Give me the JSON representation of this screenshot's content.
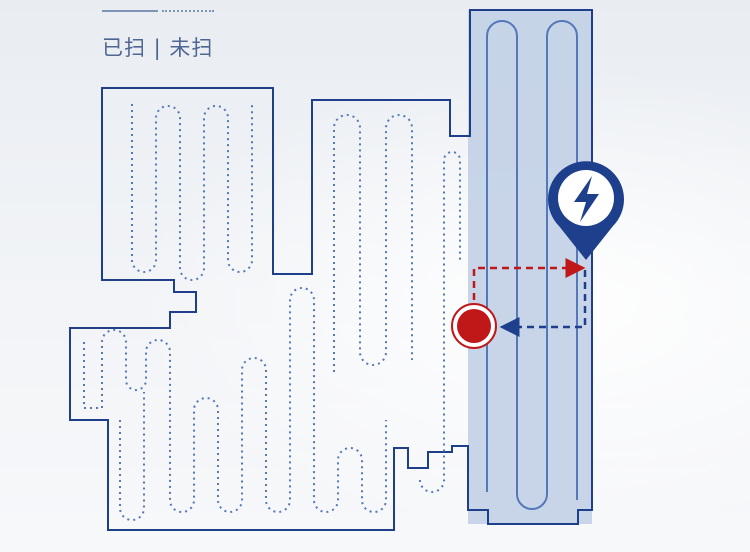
{
  "legend": {
    "text": "已扫 | 未扫",
    "cleaned_style": "solid",
    "uncleaned_style": "dotted"
  },
  "icons": {
    "charging_dock": "lightning-icon",
    "robot": "robot-dot"
  },
  "colors": {
    "outline": "#1f3f8a",
    "path": "#5578b9",
    "cleaned_fill": "#c2d0e6",
    "robot": "#c01818",
    "go_arrow": "#c01818",
    "return_arrow": "#1d3f8c",
    "pin": "#1d3f8c"
  }
}
